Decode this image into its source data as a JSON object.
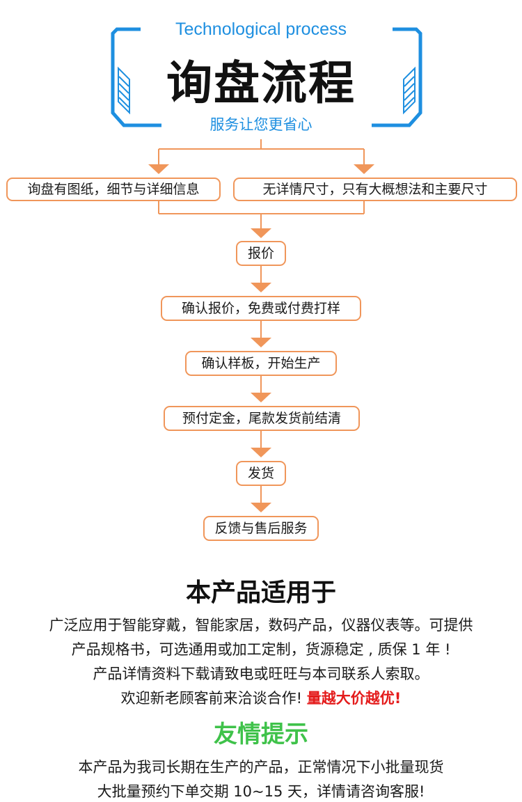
{
  "header": {
    "subtitle_en": "Technological process",
    "title": "询盘流程",
    "slogan": "服务让您更省心"
  },
  "flow": {
    "option_left": "询盘有图纸，细节与详细信息",
    "option_right": "无详情尺寸，只有大概想法和主要尺寸",
    "steps": [
      "报价",
      "确认报价，免费或付费打样",
      "确认样板，开始生产",
      "预付定金，尾款发货前结清",
      "发货",
      "反馈与售后服务"
    ]
  },
  "applicability": {
    "title": "本产品适用于",
    "lines": [
      "广泛应用于智能穿戴，智能家居，数码产品，仪器仪表等。可提供",
      "产品规格书，可选通用或加工定制，货源稳定 , 质保 1 年 !",
      "产品详情资料下载请致电或旺旺与本司联系人索取。"
    ],
    "line4_text": "欢迎新老顾客前来洽谈合作! ",
    "line4_highlight": "量越大价越优!"
  },
  "tips": {
    "title": "友情提示",
    "lines": [
      "本产品为我司长期在生产的产品，正常情况下小批量现货",
      "大批量预约下单交期 10~15 天，详情请咨询客服!"
    ]
  },
  "colors": {
    "accent_blue": "#1e8fe0",
    "flow_orange": "#f0965a",
    "highlight_red": "#e41b1b",
    "tip_green": "#3fc24a"
  }
}
